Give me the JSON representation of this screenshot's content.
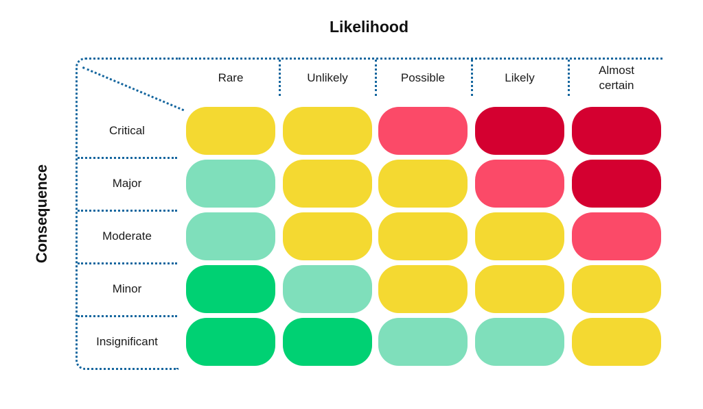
{
  "chart_data": {
    "type": "heatmap",
    "title": "Likelihood",
    "xlabel": "Likelihood",
    "ylabel": "Consequence",
    "columns": [
      "Rare",
      "Unlikely",
      "Possible",
      "Likely",
      "Almost certain"
    ],
    "rows": [
      "Critical",
      "Major",
      "Moderate",
      "Minor",
      "Insignificant"
    ],
    "cells": [
      [
        "yellow",
        "yellow",
        "pink",
        "red",
        "red"
      ],
      [
        "mint",
        "yellow",
        "yellow",
        "pink",
        "red"
      ],
      [
        "mint",
        "yellow",
        "yellow",
        "yellow",
        "pink"
      ],
      [
        "green",
        "mint",
        "yellow",
        "yellow",
        "yellow"
      ],
      [
        "green",
        "green",
        "mint",
        "mint",
        "yellow"
      ]
    ],
    "palette": {
      "green": "#00D173",
      "mint": "#7FDFBB",
      "yellow": "#F4D931",
      "pink": "#FB4A68",
      "red": "#D40030"
    },
    "legend_position": "none",
    "grid": "dotted-axis-guides"
  },
  "styles": {
    "dotted_line_color": "#15669E",
    "text_color": "#1A1A1A",
    "title_color": "#111111",
    "background": "#FFFFFF"
  }
}
